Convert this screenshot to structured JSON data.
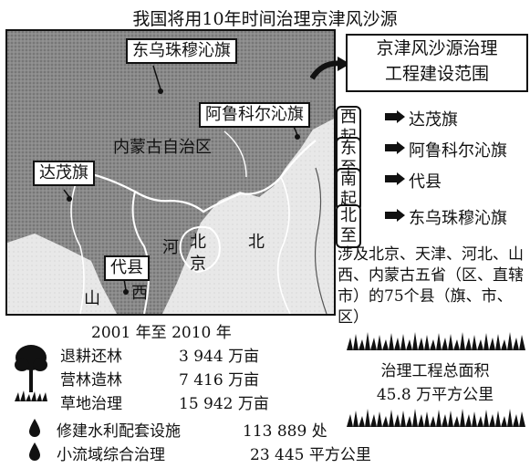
{
  "title": "我国将用10年时间治理京津风沙源",
  "map": {
    "places": {
      "dongwuzhumuqin": "东乌珠穆沁旗",
      "alukeerqin": "阿鲁科尔沁旗",
      "neimenggu": "内蒙古自治区",
      "damao": "达茂旗",
      "daixian": "代县",
      "hebei_he": "河",
      "hebei_bei": "北",
      "beijing_bei": "北",
      "beijing_jing": "京",
      "shanxi_shan": "山",
      "shanxi_xi": "西"
    }
  },
  "scope": {
    "line1": "京津风沙源治理",
    "line2": "工程建设范围"
  },
  "bounds": [
    {
      "key": "西起",
      "value": "达茂旗"
    },
    {
      "key": "东至",
      "value": "阿鲁科尔沁旗"
    },
    {
      "key": "南起",
      "value": "代县"
    },
    {
      "key": "北至",
      "value": "东乌珠穆沁旗"
    }
  ],
  "counties_text": "涉及北京、天津、河北、山西、内蒙古五省（区、直辖市）的75个县（旗、市、区）",
  "period": "2001 年至 2010 年",
  "measures": [
    {
      "name": "退耕还林",
      "value": "3 944 万亩"
    },
    {
      "name": "营林造林",
      "value": "7 416 万亩"
    },
    {
      "name": "草地治理",
      "value": "15 942 万亩"
    },
    {
      "name": "修建水利配套设施",
      "value": "113 889 处"
    },
    {
      "name": "小流域综合治理",
      "value": "23 445 平方公里"
    }
  ],
  "total_area_label": "治理工程总面积",
  "total_area_value": "45.8 万平方公里",
  "colors": {
    "land": "#e6e6e6",
    "scope_area": "#8a8a8a",
    "ink": "#111111"
  },
  "icons": [
    "tree-icon",
    "grass-icon",
    "water-drop-icon",
    "arrow-icon"
  ]
}
